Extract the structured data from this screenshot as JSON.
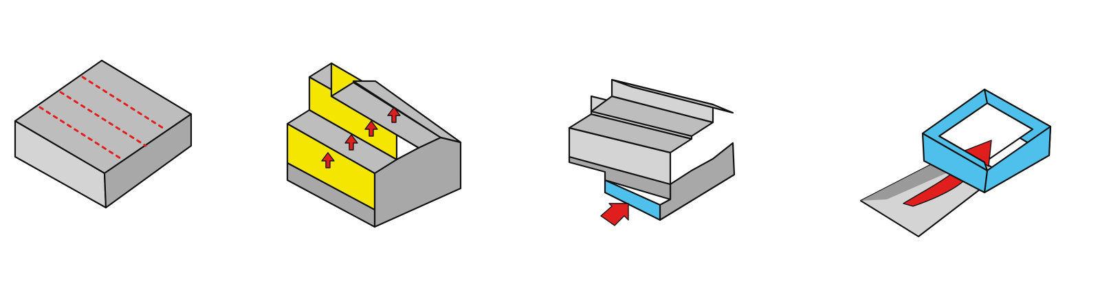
{
  "colors": {
    "background": "#ffffff",
    "grey_top": "#bdbdbd",
    "grey_light": "#d4d4d4",
    "grey_side": "#a8a8a8",
    "grey_dark": "#9a9a9a",
    "yellow": "#f5e600",
    "blue": "#4fc0ec",
    "red": "#e01e1e",
    "ink": "#111111"
  },
  "panels": [
    {
      "name": "flat-block",
      "icon": "flat-block-with-dotted-lines-icon"
    },
    {
      "name": "terraced-steps",
      "icon": "yellow-steps-with-up-arrows-icon"
    },
    {
      "name": "steps-with-passage",
      "icon": "steps-with-blue-underpass-icon"
    },
    {
      "name": "blue-frame-ramp",
      "icon": "blue-frame-with-curved-arrow-icon"
    }
  ]
}
